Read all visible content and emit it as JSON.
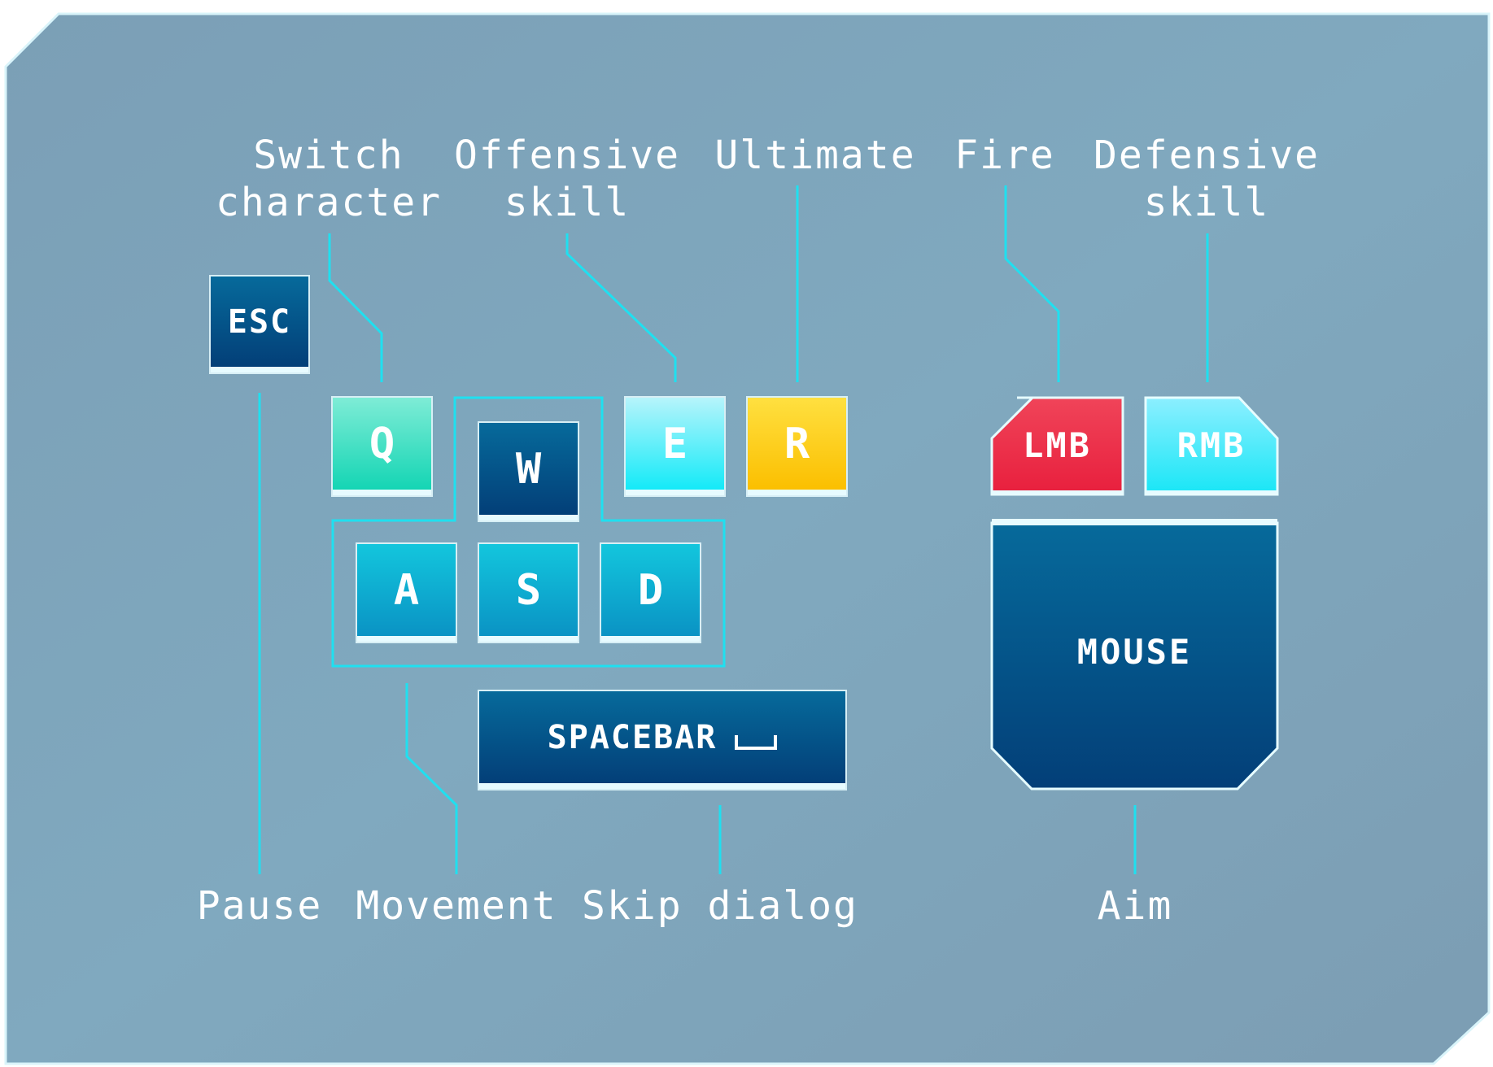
{
  "labels": {
    "switch_character": "Switch\ncharacter",
    "offensive_skill": "Offensive\nskill",
    "ultimate": "Ultimate",
    "fire": "Fire",
    "defensive_skill": "Defensive\nskill",
    "pause": "Pause",
    "movement": "Movement",
    "skip_dialog": "Skip dialog",
    "aim": "Aim"
  },
  "keys": {
    "esc": "ESC",
    "q": "Q",
    "w": "W",
    "e": "E",
    "r": "R",
    "a": "A",
    "s": "S",
    "d": "D",
    "spacebar": "SPACEBAR",
    "lmb": "LMB",
    "rmb": "RMB",
    "mouse": "MOUSE"
  },
  "colors": {
    "panel": "#7fa7bd",
    "line": "#1fe0f0",
    "key_blue": "#044d85",
    "key_cyan": "#0fb6d8",
    "q_key": "#20d9b8",
    "e_key": "#22ecf8",
    "r_key": "#fcc80c",
    "lmb": "#f0354e",
    "rmb": "#22ecf8"
  },
  "icons": {
    "spacebar": "space-icon"
  }
}
